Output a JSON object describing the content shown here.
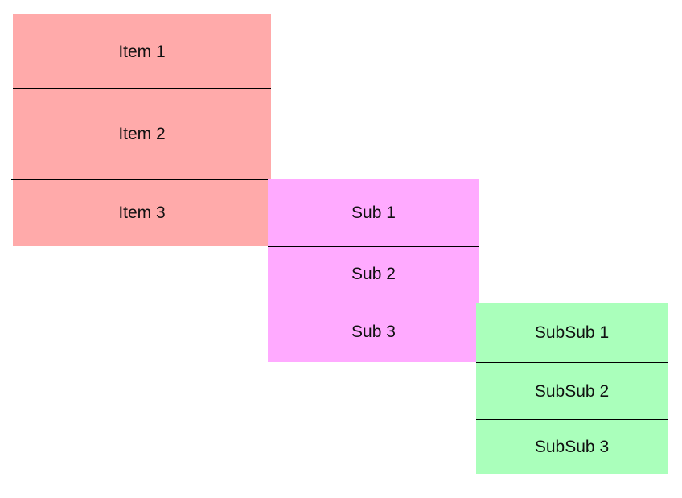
{
  "menu": {
    "level1": {
      "color": "#ffaaaa",
      "items": [
        {
          "label": "Item 1"
        },
        {
          "label": "Item 2"
        },
        {
          "label": "Item 3"
        }
      ]
    },
    "level2": {
      "color": "#ffaaff",
      "items": [
        {
          "label": "Sub 1"
        },
        {
          "label": "Sub 2"
        },
        {
          "label": "Sub 3"
        }
      ]
    },
    "level3": {
      "color": "#aaffbb",
      "items": [
        {
          "label": "SubSub 1"
        },
        {
          "label": "SubSub 2"
        },
        {
          "label": "SubSub 3"
        }
      ]
    }
  }
}
